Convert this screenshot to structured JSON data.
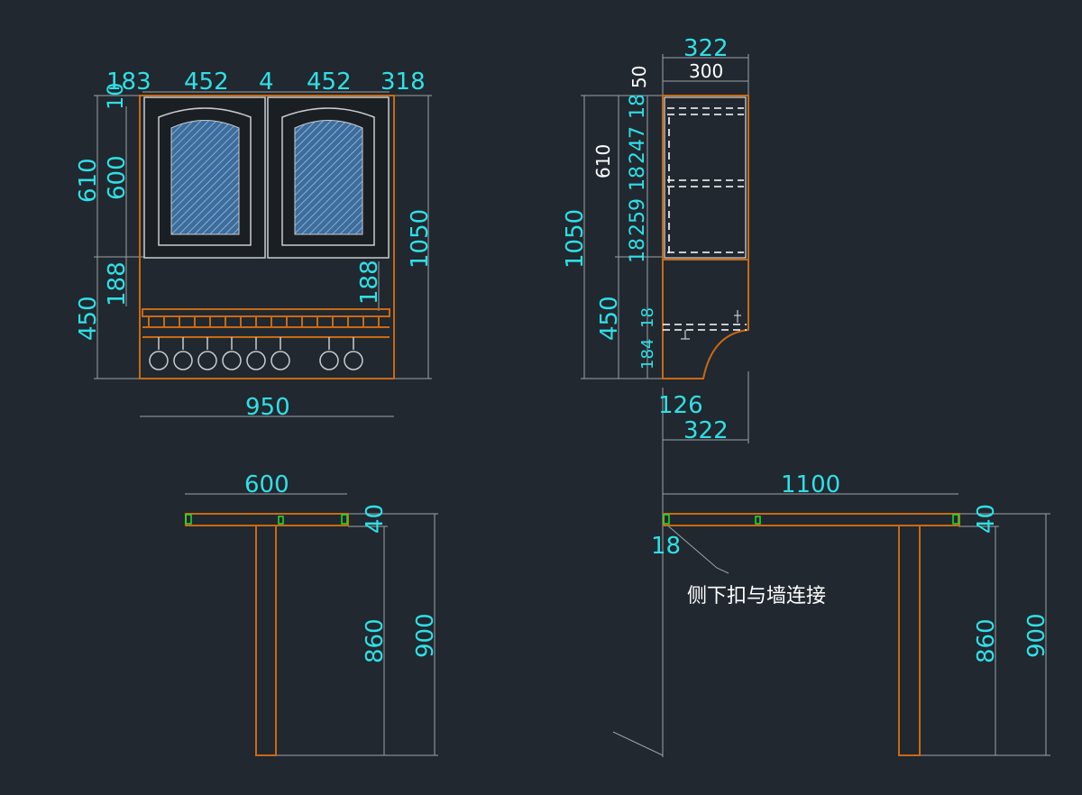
{
  "front_view": {
    "top_dims": [
      "183",
      "452",
      "4",
      "452",
      "318"
    ],
    "left_dims": [
      "10",
      "610",
      "600",
      "188",
      "450"
    ],
    "right_dims": [
      "1050",
      "188"
    ],
    "width_dim": "950"
  },
  "side_view": {
    "top_dims": [
      "322",
      "300"
    ],
    "left_outer_dims": [
      "1050",
      "450"
    ],
    "left_inner_dims": [
      "610"
    ],
    "shelf_dims": [
      "50",
      "18",
      "247",
      "18",
      "259",
      "18"
    ],
    "lower_dims": [
      "18",
      "184"
    ],
    "bottom_dims": [
      "126",
      "322"
    ]
  },
  "table_front": {
    "width_dim": "600",
    "top_dim": "40",
    "leg_dim": "860",
    "height_dim": "900"
  },
  "table_side": {
    "width_dim": "1100",
    "top_dim": "40",
    "edge_dim": "18",
    "leg_dim": "860",
    "height_dim": "900",
    "note": "侧下扣与墙连接"
  },
  "colors": {
    "background": "#212830",
    "dimension_text": "#2fe0e6",
    "wood": "#c86a14",
    "glass": "#3d6d9c",
    "clip": "#27e027"
  }
}
